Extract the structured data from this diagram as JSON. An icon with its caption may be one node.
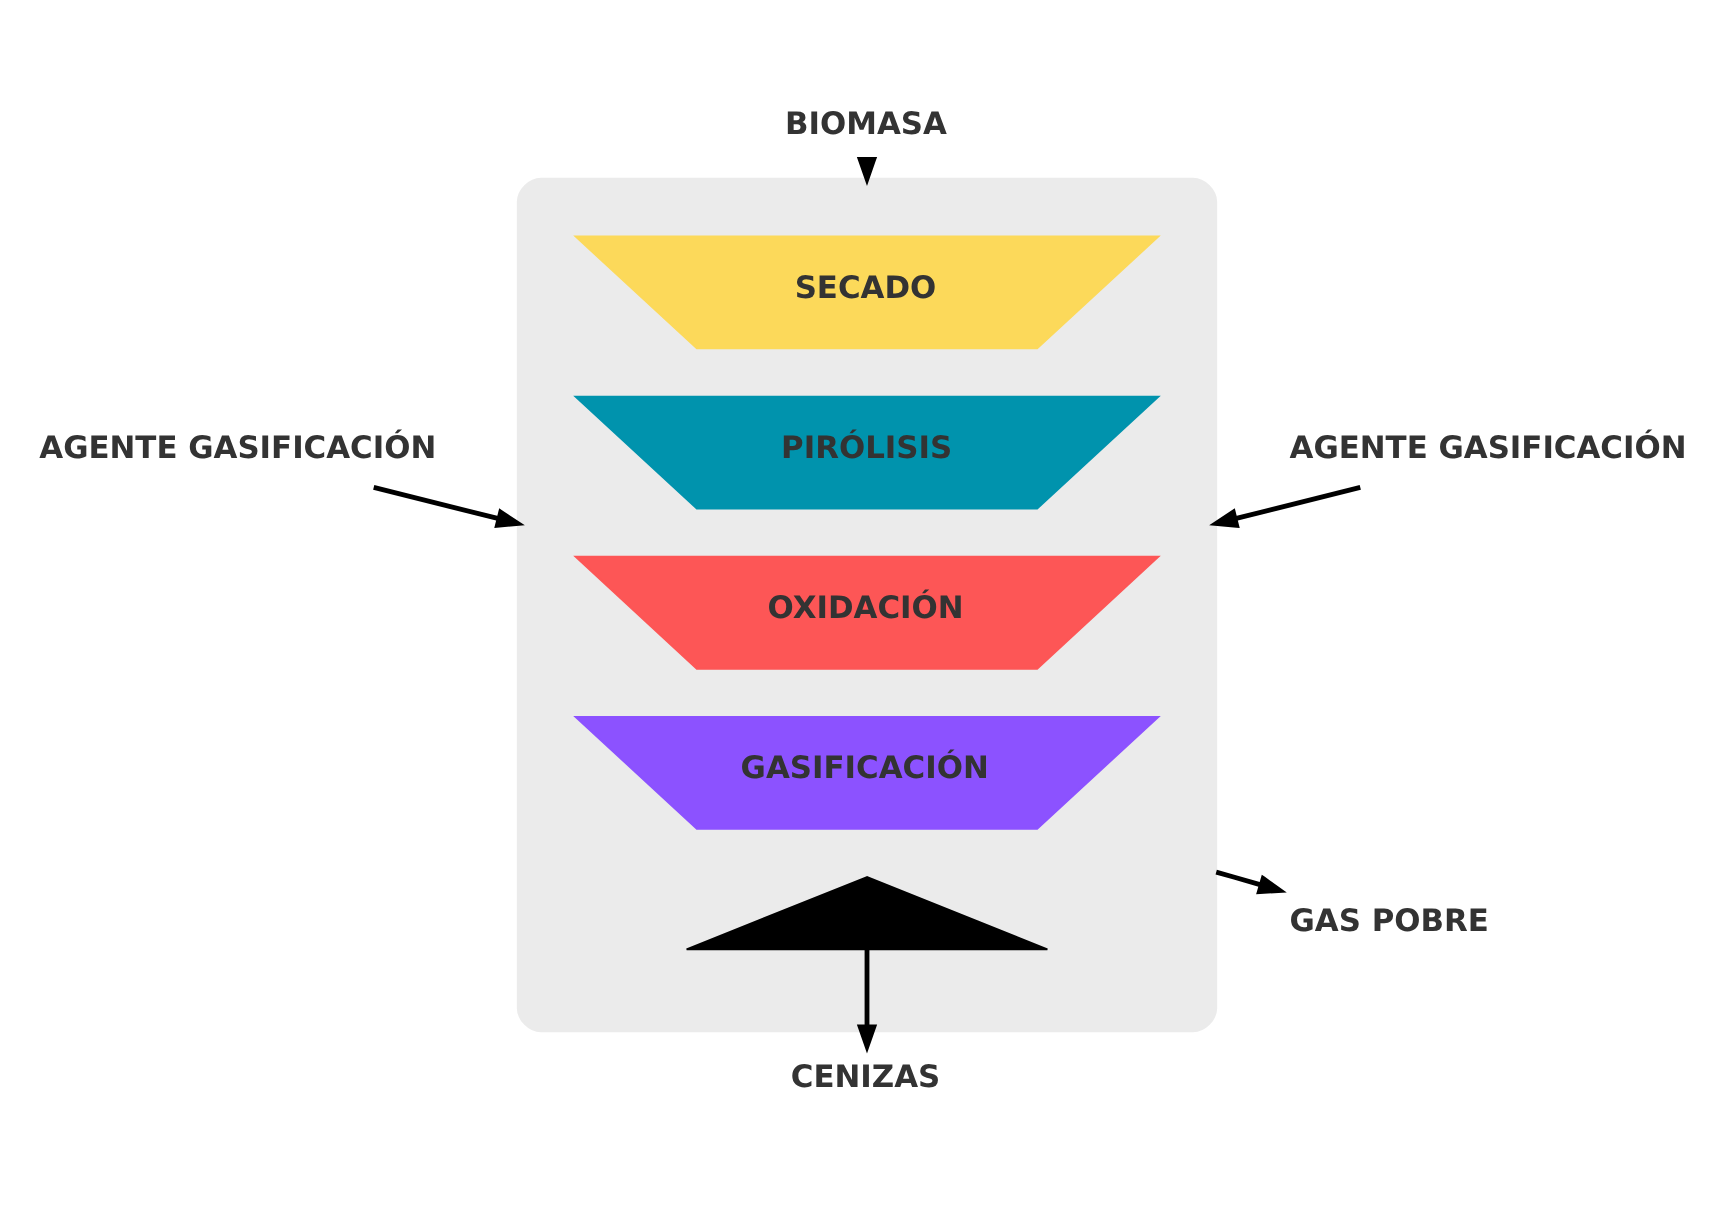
{
  "diagram": {
    "nodes": [
      {
        "text": [],
        "shape": "box"
      },
      {
        "text": [
          "SECADO"
        ],
        "in": 0
      },
      {
        "text": [
          "PIRÓLISIS"
        ],
        "in": 0
      },
      {
        "text": [
          "OXIDACIÓN"
        ],
        "in": 0
      },
      {
        "text": [
          "GASIFICACIÓN"
        ],
        "in": 0
      },
      {
        "text": [],
        "shape": "triangle",
        "in": 0
      },
      {
        "text": [
          "BIOMASA"
        ]
      },
      {
        "text": [
          "AGENTE GASIFICACIÓN"
        ]
      },
      {
        "text": [
          "AGENTE GASIFICACIÓN"
        ]
      },
      {
        "text": [
          "GAS POBRE"
        ]
      },
      {
        "text": [
          "CENIZAS"
        ]
      }
    ],
    "edges": [
      {
        "from": 6,
        "to": 0,
        "arrow": "to"
      },
      {
        "from": 7,
        "to": 0,
        "arrow": "to"
      },
      {
        "from": 8,
        "to": 0,
        "arrow": "to"
      },
      {
        "from": 0,
        "to": 9,
        "arrow": "to"
      },
      {
        "from": 5,
        "to": 10,
        "arrow": "to"
      }
    ]
  }
}
